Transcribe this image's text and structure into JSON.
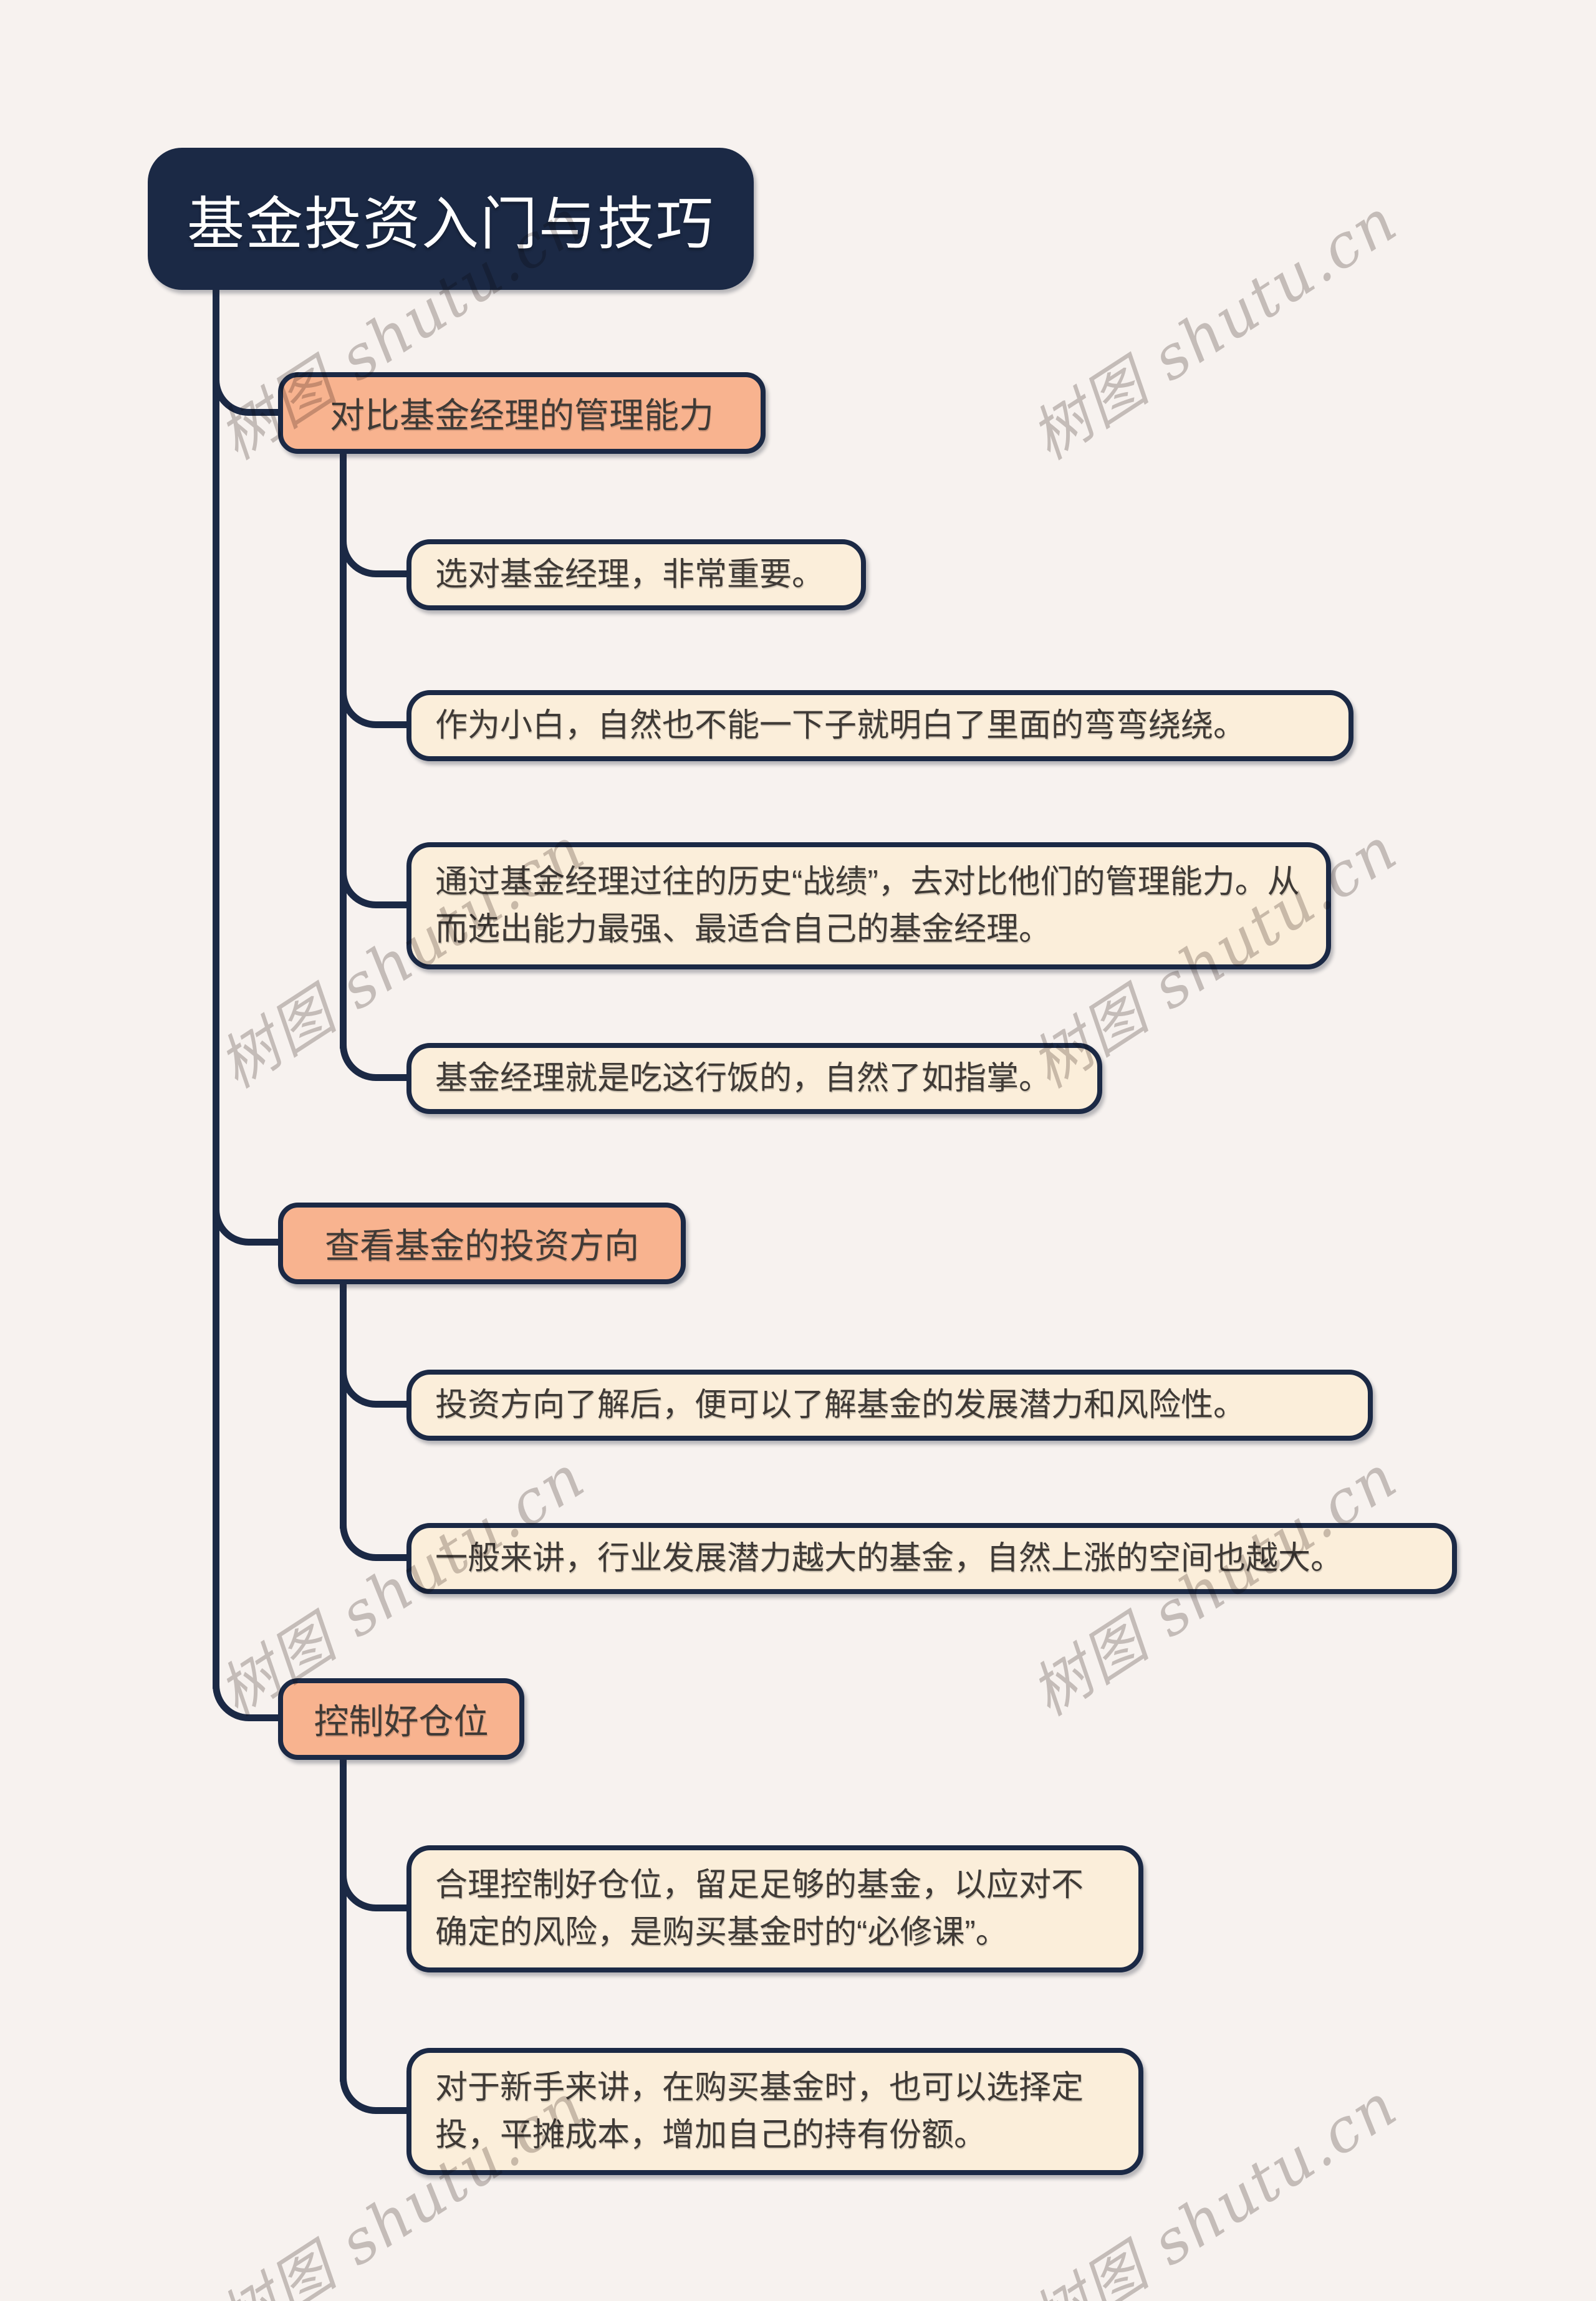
{
  "title": "基金投资入门与技巧",
  "mindmap": {
    "root": "基金投资入门与技巧",
    "branches": [
      {
        "label": "对比基金经理的管理能力",
        "children": [
          "选对基金经理，非常重要。",
          "作为小白，自然也不能一下子就明白了里面的弯弯绕绕。",
          "通过基金经理过往的历史“战绩”，去对比他们的管理能力。从而选出能力最强、最适合自己的基金经理。",
          "基金经理就是吃这行饭的，自然了如指掌。"
        ]
      },
      {
        "label": "查看基金的投资方向",
        "children": [
          "投资方向了解后，便可以了解基金的发展潜力和风险性。",
          "一般来讲，行业发展潜力越大的基金，自然上涨的空间也越大。"
        ]
      },
      {
        "label": "控制好仓位",
        "children": [
          "合理控制好仓位，留足足够的基金，以应对不确定的风险，是购买基金时的“必修课”。",
          "对于新手来讲，在购买基金时，也可以选择定投，平摊成本，增加自己的持有份额。"
        ]
      }
    ]
  },
  "watermark": "树图 shutu.cn",
  "colors": {
    "background": "#f7f2ef",
    "node_dark": "#1b2945",
    "branch_fill": "#f8b38f",
    "leaf_fill": "#fbeeda",
    "text_dark": "#3f3a36",
    "root_text": "#ffffff",
    "watermark": "#cbc6c5"
  }
}
